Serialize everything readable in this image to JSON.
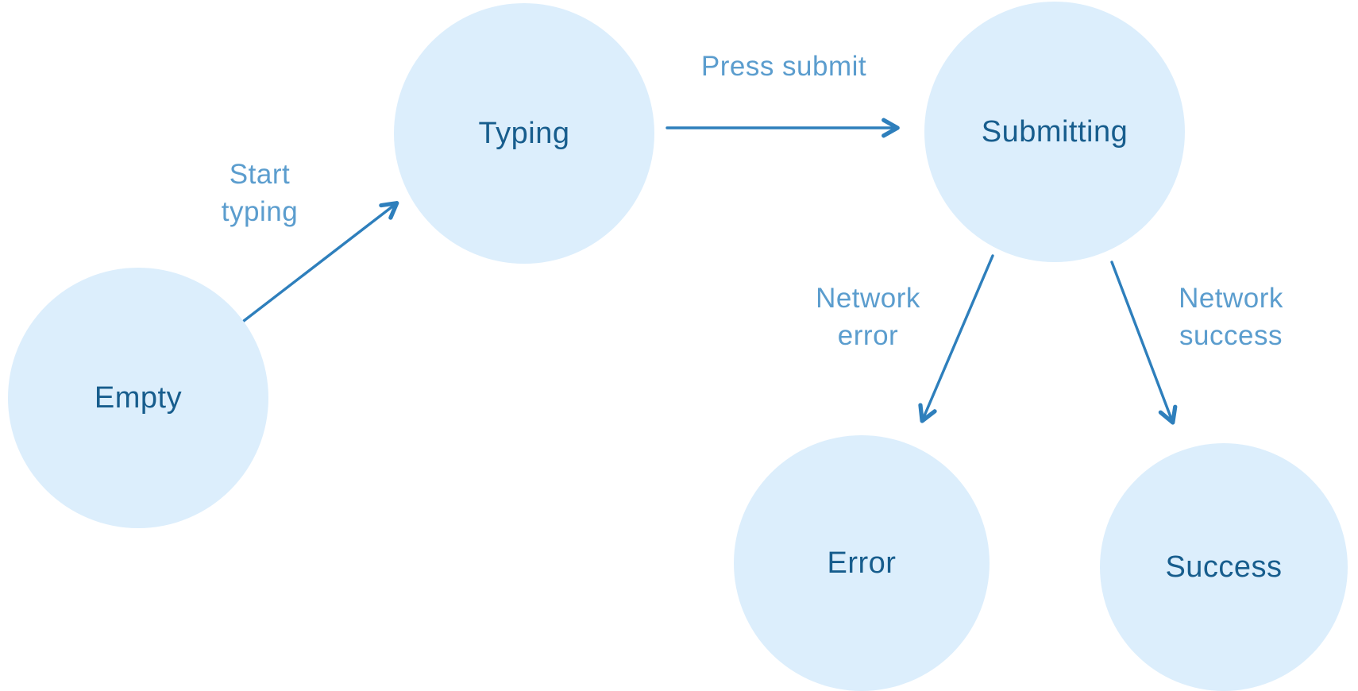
{
  "diagram": {
    "type": "state-machine",
    "states": [
      {
        "id": "empty",
        "label": "Empty"
      },
      {
        "id": "typing",
        "label": "Typing"
      },
      {
        "id": "submitting",
        "label": "Submitting"
      },
      {
        "id": "error",
        "label": "Error"
      },
      {
        "id": "success",
        "label": "Success"
      }
    ],
    "transitions": [
      {
        "from": "empty",
        "to": "typing",
        "label": "Start typing"
      },
      {
        "from": "typing",
        "to": "submitting",
        "label": "Press submit"
      },
      {
        "from": "submitting",
        "to": "error",
        "label": "Network error"
      },
      {
        "from": "submitting",
        "to": "success",
        "label": "Network success"
      }
    ],
    "colors": {
      "node_fill": "#DCEEFC",
      "node_text": "#175D8D",
      "arrow": "#2E7FBC",
      "edge_label": "#5B9DCE"
    }
  }
}
